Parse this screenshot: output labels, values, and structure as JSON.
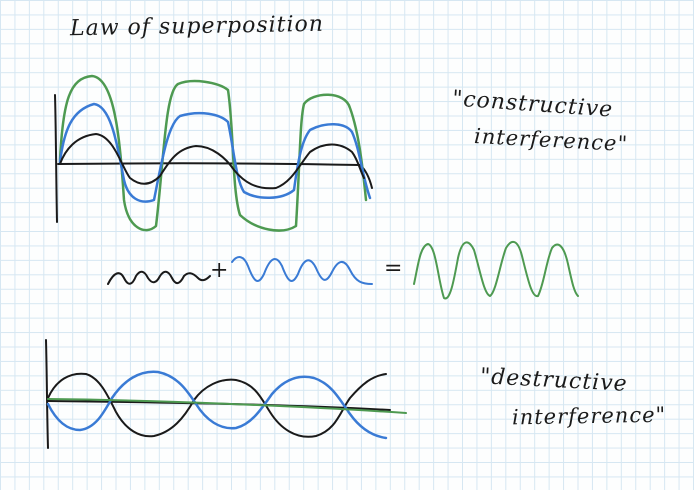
{
  "title": "Law of superposition",
  "constructive": {
    "line1": "\"constructive",
    "line2": "interference\""
  },
  "destructive": {
    "line1": "\"destructive",
    "line2": "interference\""
  },
  "equation": {
    "plus": "+",
    "equals": "="
  },
  "colors": {
    "ink": "#1a1a1a",
    "blue": "#3a7bd5",
    "green": "#4e9a51",
    "grid": "#d6e7f2"
  }
}
